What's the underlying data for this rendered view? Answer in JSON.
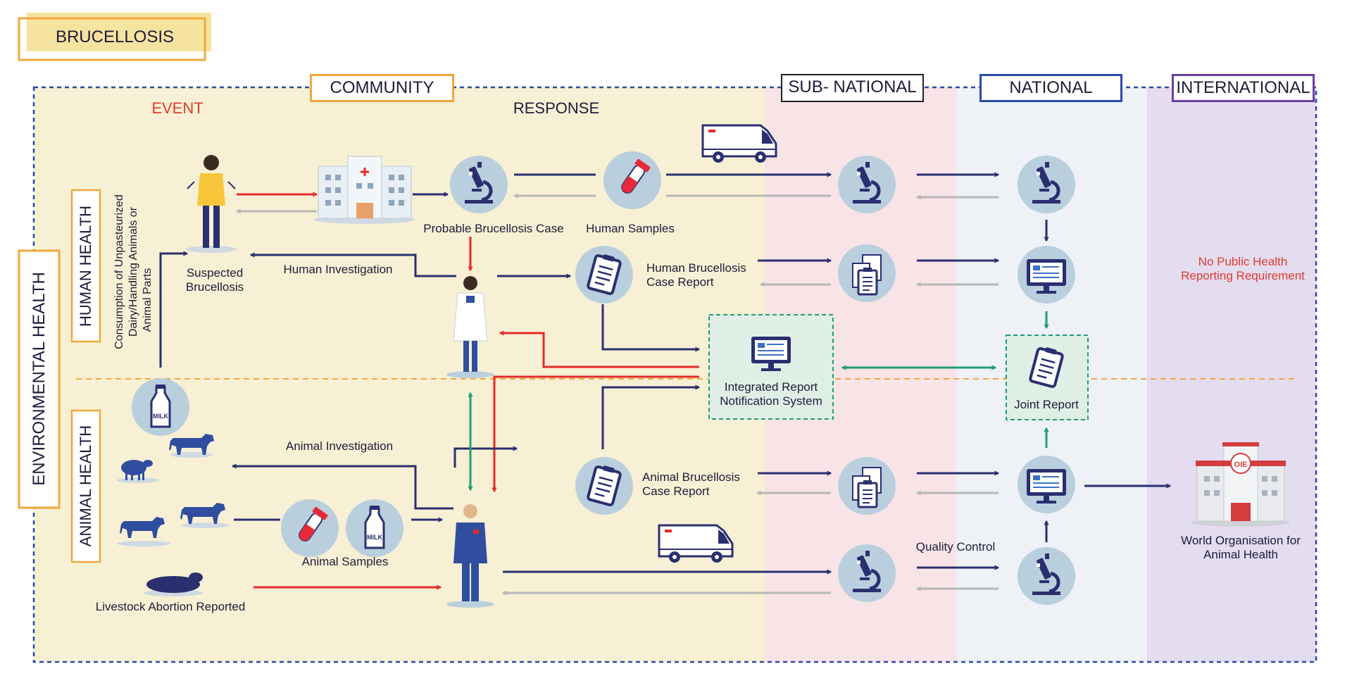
{
  "title": "BRUCELLOSIS",
  "columns": {
    "community": "COMMUNITY",
    "sub_national": "SUB- NATIONAL",
    "national": "NATIONAL",
    "international": "INTERNATIONAL"
  },
  "section_labels": {
    "event": "EVENT",
    "response": "RESPONSE"
  },
  "side_labels": {
    "environmental_health": "ENVIRONMENTAL HEALTH",
    "human_health": "HUMAN HEALTH",
    "animal_health": "ANIMAL HEALTH",
    "consumption": [
      "Consumption of Unpasteurized",
      "Dairy/Handling Animals or",
      "Animal Parts"
    ]
  },
  "nodes": {
    "suspected_brucellosis": [
      "Suspected",
      "Brucellosis"
    ],
    "probable_case": "Probable Brucellosis Case",
    "human_samples": "Human Samples",
    "human_investigation": "Human Investigation",
    "human_case_report": [
      "Human Brucellosis",
      "Case Report"
    ],
    "integrated_report": [
      "Integrated Report",
      "Notification System"
    ],
    "joint_report": "Joint Report",
    "no_reporting": [
      "No Public Health",
      "Reporting Requirement"
    ],
    "animal_investigation": "Animal Investigation",
    "animal_samples": "Animal Samples",
    "animal_case_report": [
      "Animal Brucellosis",
      "Case Report"
    ],
    "livestock_abortion": "Livestock Abortion Reported",
    "quality_control": "Quality Control",
    "woah": [
      "World Organisation for",
      "Animal Health"
    ],
    "milk_label": "MILK",
    "woah_logo": "OIE"
  },
  "colors": {
    "community_bg": "#f8f0d4",
    "subnational_bg": "#f8e3e7",
    "national_bg": "#eef1f6",
    "international_bg": "#e4dcef",
    "icon_circle": "#b9cfdd",
    "navy": "#2a2f70",
    "red": "#e52a2a",
    "green": "#1e9e77",
    "grey": "#b7b7b7",
    "orange_border": "#f0a83a",
    "title_fill": "#f7e3a0",
    "red_text": "#e03b2e"
  }
}
